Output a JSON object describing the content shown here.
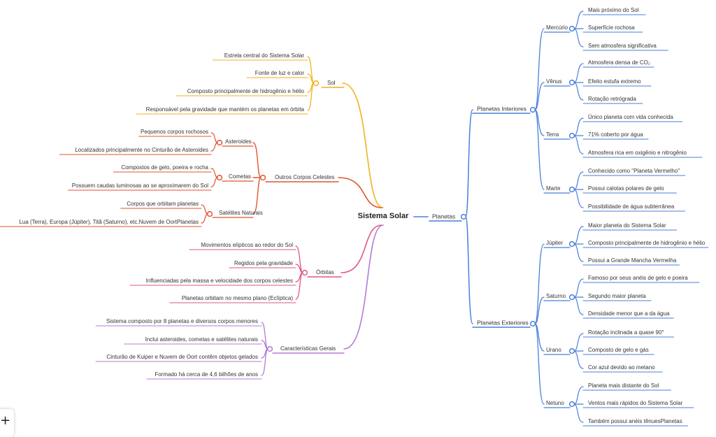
{
  "root": "Sistema Solar",
  "colors": {
    "sol": "#f2b21d",
    "outros": "#e0562f",
    "orbitas": "#e25682",
    "caracteristicas": "#b57ad8",
    "planetas": "#4a7fdb"
  },
  "icons": {
    "add": "plus-icon"
  },
  "planetas": {
    "label": "Planetas",
    "interiores": {
      "label": "Planetas Interiores",
      "children": [
        {
          "label": "Mercúrio",
          "items": [
            "Mais próximo do Sol",
            "Superfície rochosa",
            "Sem atmosfera significativa"
          ]
        },
        {
          "label": "Vênus",
          "items": [
            "Atmosfera densa de CO₂",
            "Efeito estufa extremo",
            "Rotação retrógrada"
          ]
        },
        {
          "label": "Terra",
          "items": [
            "Único planeta com vida conhecida",
            "71% coberto por água",
            "Atmosfera rica em oxigênio e nitrogênio"
          ]
        },
        {
          "label": "Marte",
          "items": [
            "Conhecido como \"Planeta Vermelho\"",
            "Possui calotas polares de gelo",
            "Possibilidade de água subterrânea"
          ]
        }
      ]
    },
    "exteriores": {
      "label": "Planetas Exteriores",
      "children": [
        {
          "label": "Júpiter",
          "items": [
            "Maior planeta do Sistema Solar",
            "Composto principalmente de hidrogênio e hélio",
            "Possui a Grande Mancha Vermelha"
          ]
        },
        {
          "label": "Saturno",
          "items": [
            "Famoso por seus anéis de gelo e poeira",
            "Segundo maior planeta",
            "Densidade menor que a da água"
          ]
        },
        {
          "label": "Urano",
          "items": [
            "Rotação inclinada a quase 90°",
            "Composto de gelo e gás",
            "Cor azul devido ao metano"
          ]
        },
        {
          "label": "Netuno",
          "items": [
            "Planeta mais distante do Sol",
            "Ventos mais rápidos do Sistema Solar",
            "Também possui anéis tênuesPlanetas"
          ]
        }
      ]
    }
  },
  "sol": {
    "label": "Sol",
    "items": [
      "Estrela central do Sistema Solar",
      "Fonte de luz e calor",
      "Composto principalmente de hidrogênio e hélio",
      "Responsável pela gravidade que mantém os planetas em órbita"
    ]
  },
  "outros": {
    "label": "Outros Corpos Celestes",
    "children": [
      {
        "label": "Asteroides",
        "items": [
          "Pequenos corpos rochosos",
          "Localizados principalmente no Cinturão de Asteroides"
        ]
      },
      {
        "label": "Cometas",
        "items": [
          "Compostos de gelo, poeira e rocha",
          "Possuem caudas luminosas ao se aproximarem do Sol"
        ]
      },
      {
        "label": "Satélites Naturais",
        "items": [
          "Corpos que orbitam planetas",
          "Lua (Terra), Europa (Júpiter), Titã (Saturno), etc.Nuvem de OortPlanetas"
        ]
      }
    ]
  },
  "orbitas": {
    "label": "Órbitas",
    "items": [
      "Movimentos elípticos ao redor do Sol",
      "Regidos pela gravidade",
      "Influenciadas pela massa e velocidade dos corpos celestes",
      "Planetas orbitam no mesmo plano (Eclíptica)"
    ]
  },
  "caracteristicas": {
    "label": "Características Gerais",
    "items": [
      "Sistema composto por 8 planetas e diversos corpos menores",
      "Inclui asteroides, cometas e satélites naturais",
      "Cinturão de Kuiper e Nuvem de Oort contêm objetos gelados",
      "Formado há cerca de 4,6 bilhões de anos"
    ]
  }
}
